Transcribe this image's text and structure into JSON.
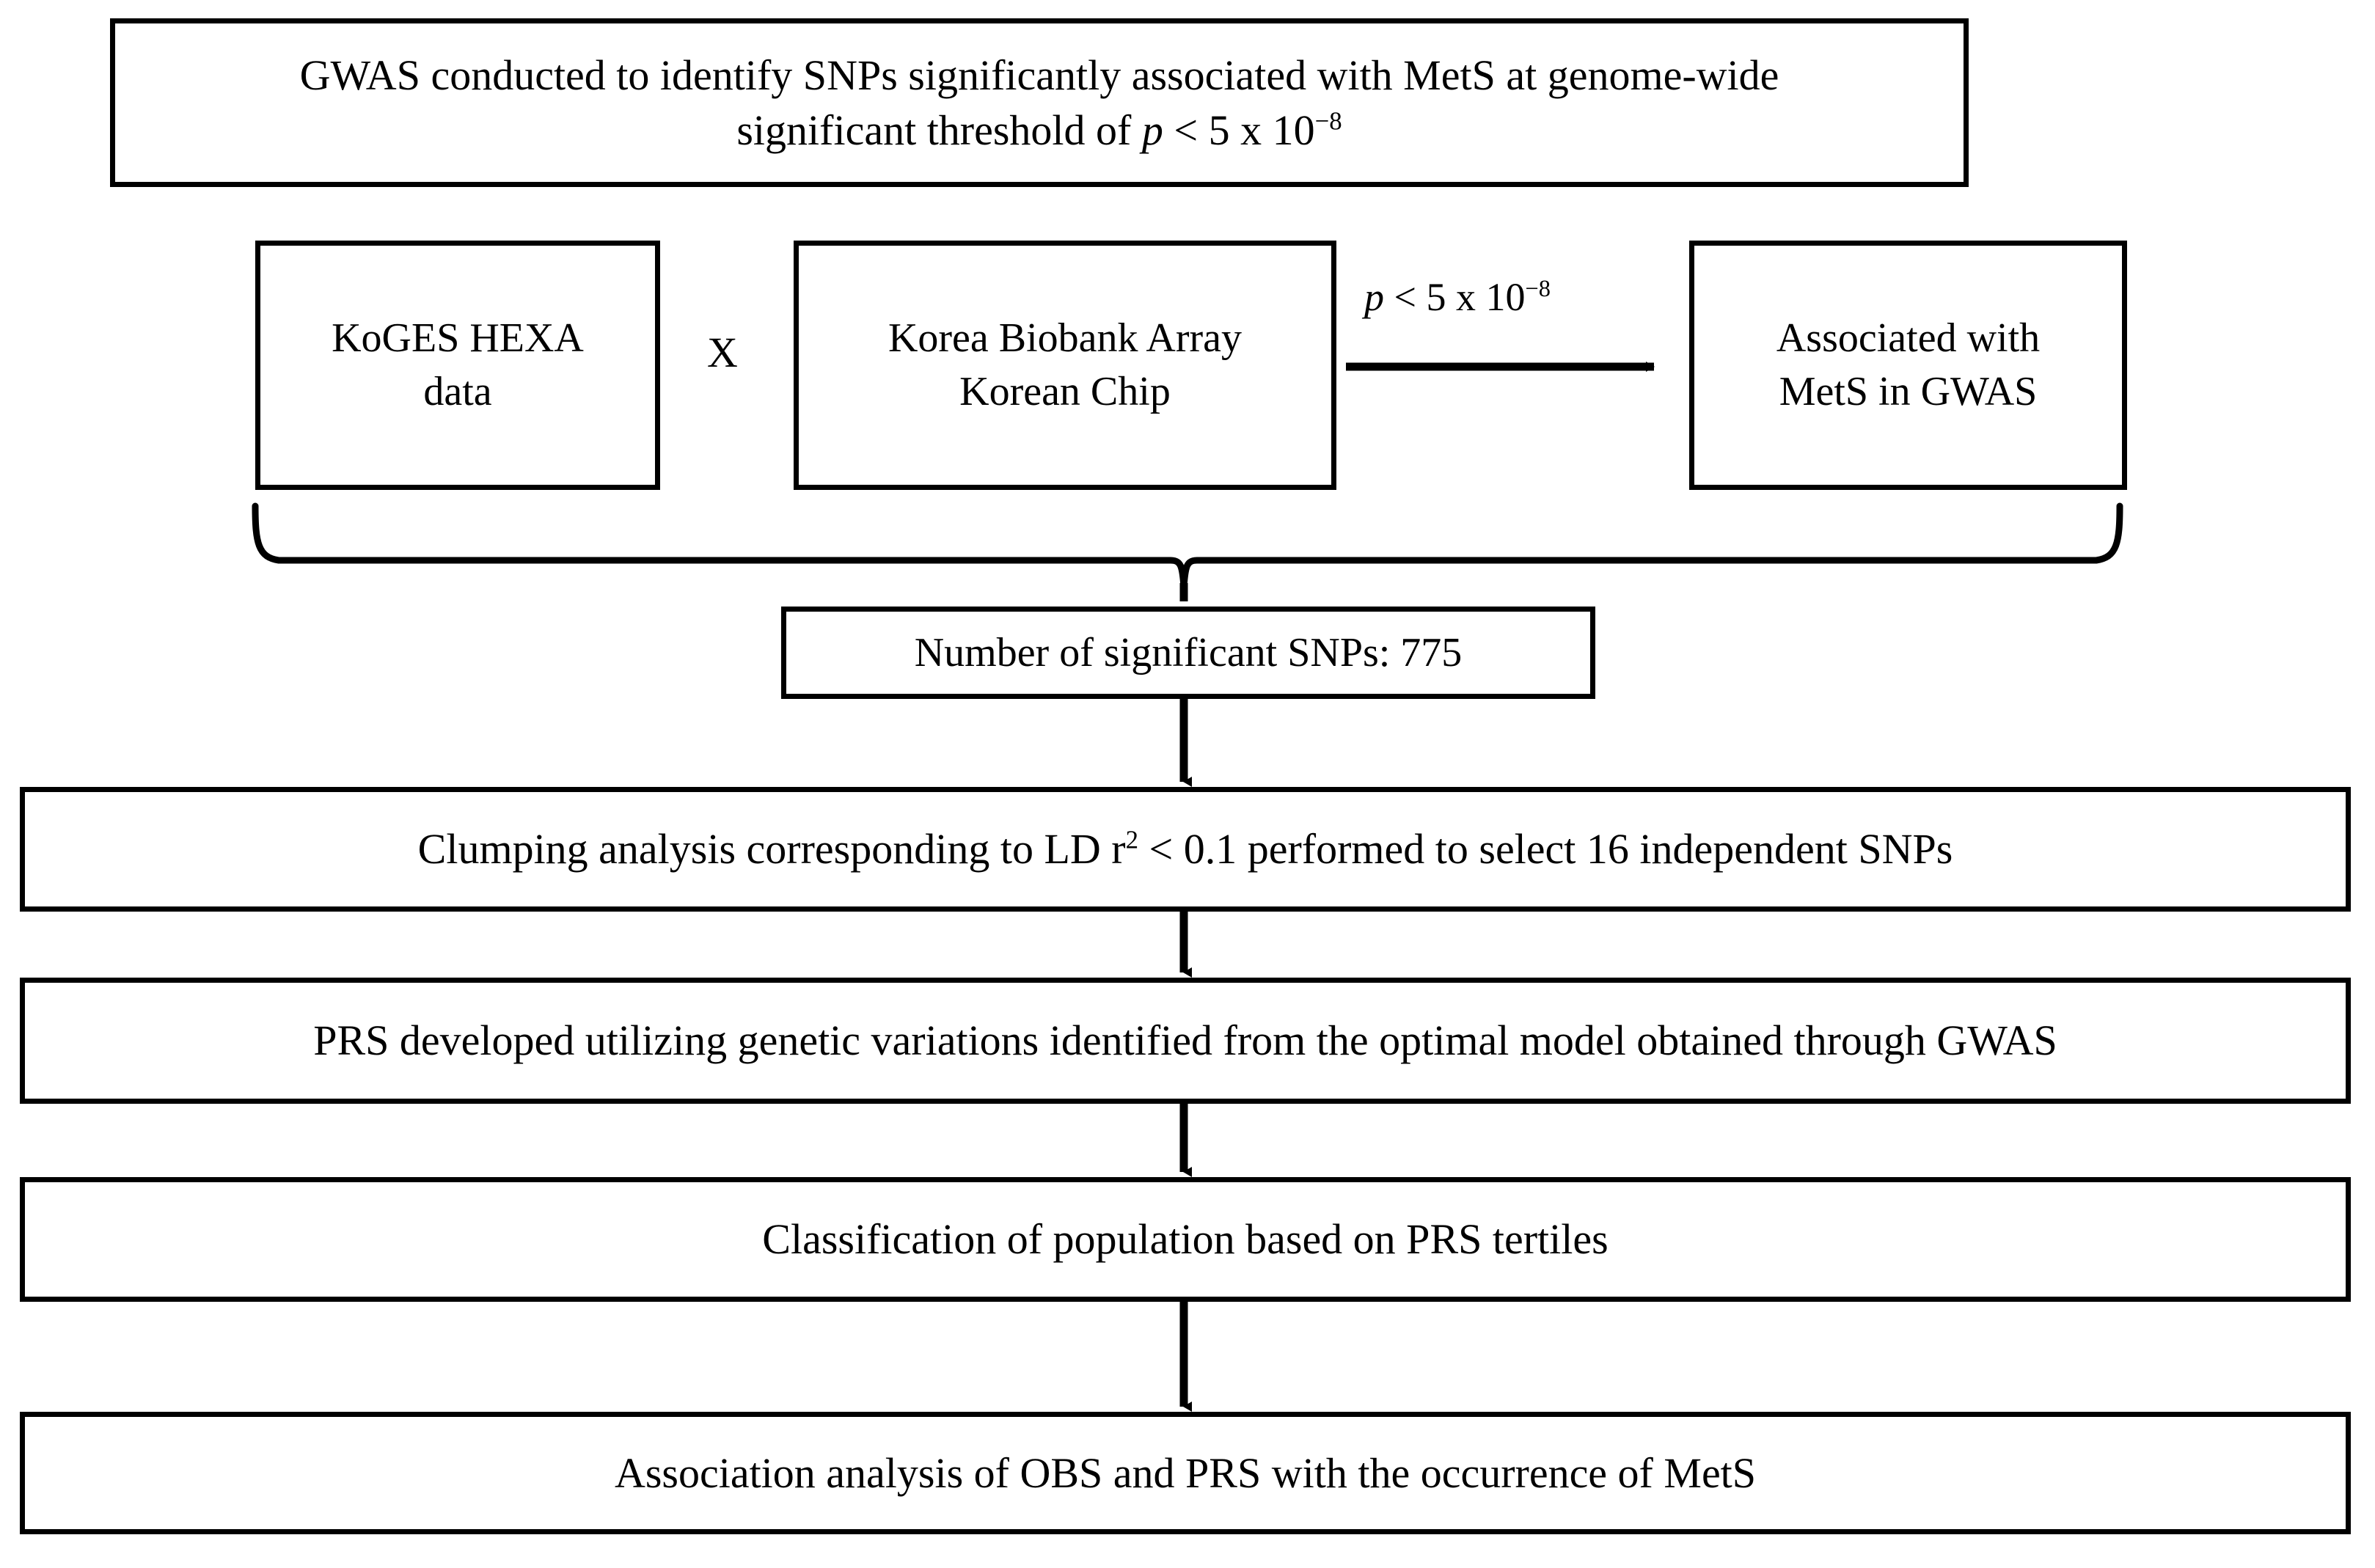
{
  "diagram": {
    "title_flow": "GWAS and PRS analysis workflow",
    "boxes": {
      "gwas_threshold": {
        "line1": "GWAS conducted to identify SNPs significantly associated with MetS at genome-wide",
        "line2_prefix": "significant threshold of ",
        "line2_italic": "p",
        "line2_mid": " < 5 x 10",
        "line2_sup": "−8"
      },
      "koges": {
        "line1": "KoGES HEXA",
        "line2": "data"
      },
      "cross_operator": "X",
      "korea_chip": {
        "line1": "Korea Biobank Array",
        "line2": "Korean Chip"
      },
      "associated": {
        "line1": "Associated with",
        "line2": "MetS in GWAS"
      },
      "snp_count": "Number of significant SNPs: 775",
      "clumping": {
        "prefix": "Clumping analysis corresponding to LD r",
        "sup": "2",
        "suffix": " < 0.1 performed to select 16 independent SNPs"
      },
      "prs_developed": "PRS developed utilizing genetic variations identified from the optimal model obtained through GWAS",
      "classification": "Classification of population based on PRS tertiles",
      "association": "Association analysis of OBS and PRS with the occurrence of MetS"
    },
    "arrow_label": {
      "italic": "p",
      "mid": " < 5 x 10",
      "sup": "−8"
    },
    "colors": {
      "stroke": "#000000",
      "fill": "#ffffff",
      "text": "#000000"
    }
  }
}
